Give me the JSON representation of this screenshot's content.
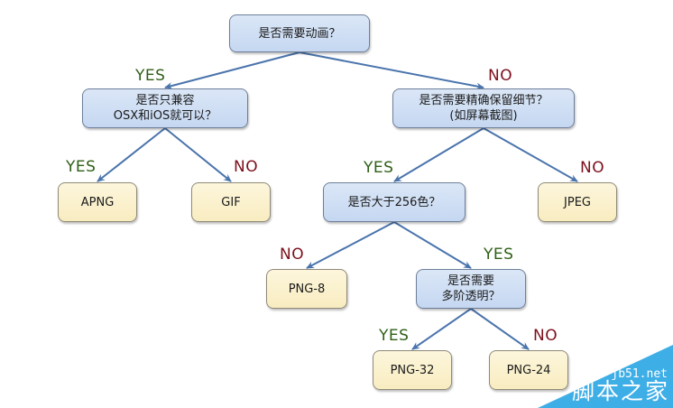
{
  "nodes": {
    "root": {
      "text": "是否需要动画？",
      "kind": "question"
    },
    "ios_only": {
      "text": "是否只兼容\nOSX和iOS就可以？",
      "kind": "question"
    },
    "detail": {
      "text": "是否需要精确保留细节？\n(如屏幕截图)",
      "kind": "question"
    },
    "apng": {
      "text": "APNG",
      "kind": "answer"
    },
    "gif": {
      "text": "GIF",
      "kind": "answer"
    },
    "colors": {
      "text": "是否大于256色？",
      "kind": "question"
    },
    "jpeg": {
      "text": "JPEG",
      "kind": "answer"
    },
    "png8": {
      "text": "PNG-8",
      "kind": "answer"
    },
    "alpha": {
      "text": "是否需要\n多阶透明？",
      "kind": "question"
    },
    "png32": {
      "text": "PNG-32",
      "kind": "answer"
    },
    "png24": {
      "text": "PNG-24",
      "kind": "answer"
    }
  },
  "edges": [
    {
      "from": "root",
      "to": "ios_only",
      "label": "YES"
    },
    {
      "from": "root",
      "to": "detail",
      "label": "NO"
    },
    {
      "from": "ios_only",
      "to": "apng",
      "label": "YES"
    },
    {
      "from": "ios_only",
      "to": "gif",
      "label": "NO"
    },
    {
      "from": "detail",
      "to": "colors",
      "label": "YES"
    },
    {
      "from": "detail",
      "to": "jpeg",
      "label": "NO"
    },
    {
      "from": "colors",
      "to": "png8",
      "label": "NO"
    },
    {
      "from": "colors",
      "to": "alpha",
      "label": "YES"
    },
    {
      "from": "alpha",
      "to": "png32",
      "label": "YES"
    },
    {
      "from": "alpha",
      "to": "png24",
      "label": "NO"
    }
  ],
  "colors": {
    "question_fill": "#c9daf3",
    "answer_fill": "#f9efc8",
    "arrow": "#4a74ac",
    "yes": "#2f5f16",
    "no": "#7c0f1c"
  },
  "watermark": {
    "domain": "jb51.net",
    "name": "脚本之家"
  }
}
